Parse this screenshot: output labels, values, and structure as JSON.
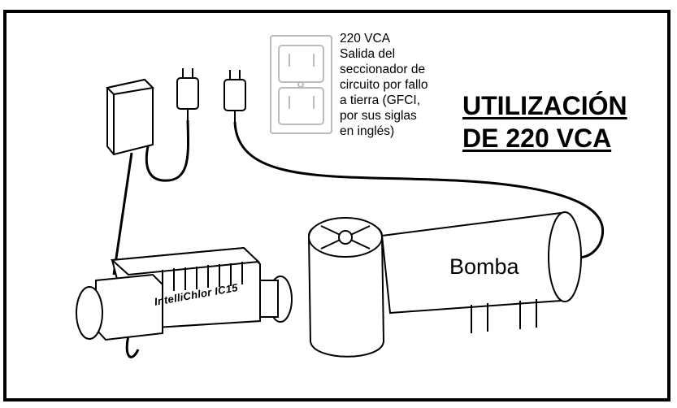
{
  "outlet": {
    "lines": [
      "220 VCA",
      "Salida del",
      "seccionador de",
      "circuito por fallo",
      "a tierra (GFCI,",
      "por sus siglas",
      "en inglés)"
    ]
  },
  "heading": {
    "line1": "UTILIZACIÓN",
    "line2": "DE 220 VCA"
  },
  "pump": {
    "label": "Bomba"
  },
  "chlorinator": {
    "brand": "IntelliChlor IC15"
  }
}
